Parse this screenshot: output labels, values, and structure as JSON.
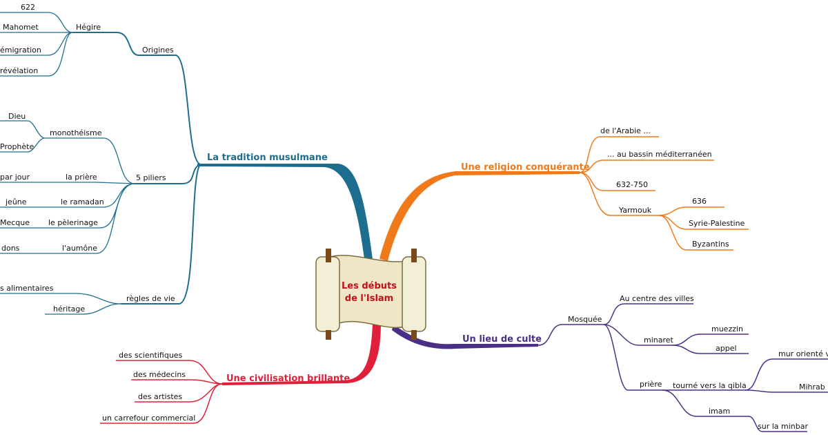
{
  "center": {
    "line1": "Les débuts",
    "line2": "de l'Islam"
  },
  "colors": {
    "tradition": "#1d6e8e",
    "conquete": "#f07a1a",
    "culte": "#4b2f86",
    "civilisation": "#e0203a"
  },
  "tradition": {
    "title": "La tradition musulmane",
    "origines": "Origines",
    "hegire": "Hégire",
    "hegire_items": [
      "622",
      "Mahomet",
      "émigration",
      "révélation"
    ],
    "piliers": "5 piliers",
    "monotheisme": "monothéisme",
    "mono_items": [
      "Dieu",
      "Prophète"
    ],
    "priere": "la prière",
    "priere_item": "par jour",
    "ramadan": "le ramadan",
    "ramadan_item": "jeûne",
    "pelerinage": "le pèlerinage",
    "pelerinage_item": "Mecque",
    "aumone": "l'aumône",
    "aumone_item": "dons",
    "regles": "règles de vie",
    "regles_items": [
      "s alimentaires",
      "héritage"
    ]
  },
  "conquete": {
    "title": "Une religion conquérante",
    "items": [
      "de l'Arabie ...",
      "... au bassin méditerranéen",
      "632-750"
    ],
    "yarmouk": "Yarmouk",
    "yarmouk_items": [
      "636",
      "Syrie-Palestine",
      "Byzantins"
    ]
  },
  "culte": {
    "title": "Un lieu de culte",
    "mosquee": "Mosquée",
    "centre": "Au centre des villes",
    "minaret": "minaret",
    "minaret_items": [
      "muezzin",
      "appel"
    ],
    "priere": "prière",
    "qibla": "tourné vers la qibla",
    "qibla_items": [
      "mur orienté v",
      "Mihrab"
    ],
    "imam": "imam",
    "minbar": "sur la minbar"
  },
  "civilisation": {
    "title": "Une civilisation brillante",
    "items": [
      "des scientifiques",
      "des médecins",
      "des artistes",
      "un carrefour commercial"
    ]
  }
}
